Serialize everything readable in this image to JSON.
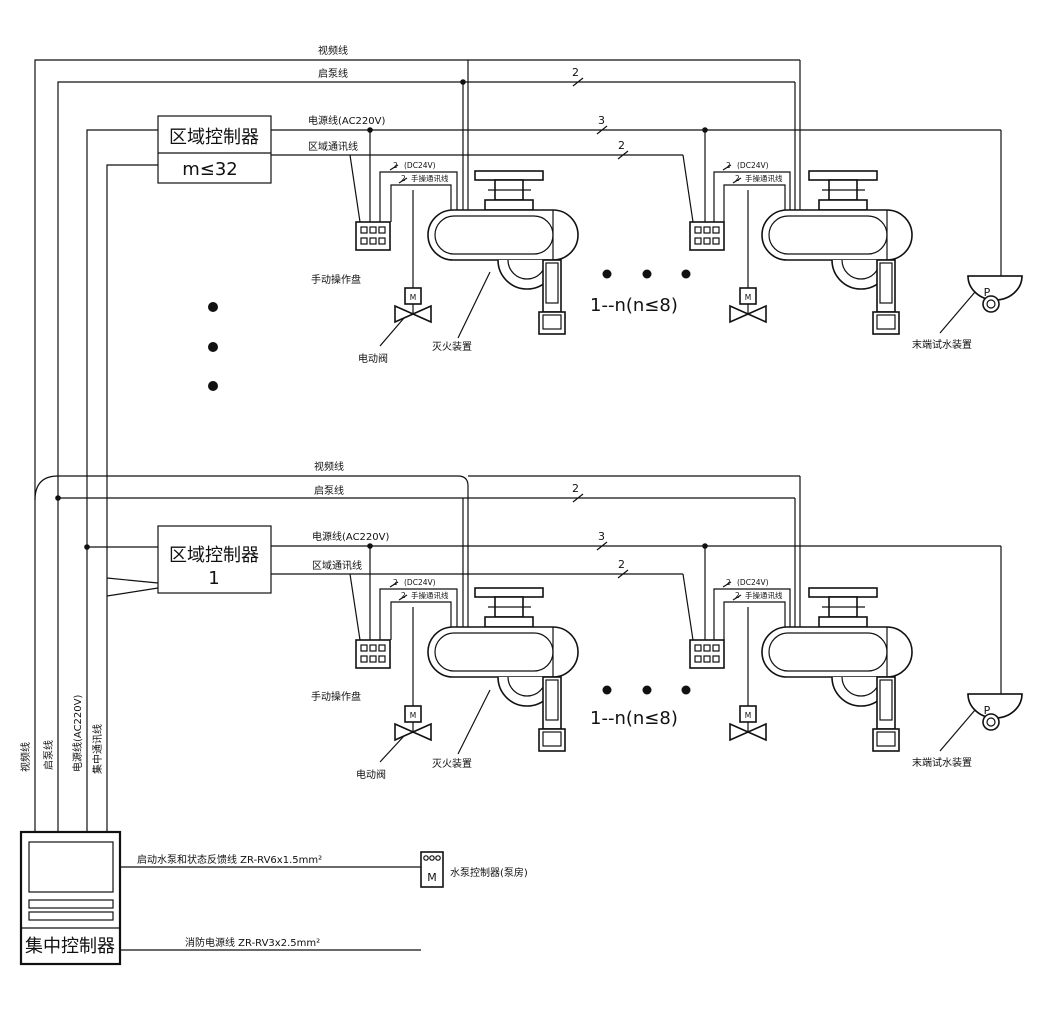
{
  "labels": {
    "video_line": "视频线",
    "start_pump_line": "启泵线",
    "power_line": "电源线(AC220V)",
    "zone_comm_line": "区域通讯线",
    "dc24v": "(DC24V)",
    "manual_comm_line": "手操通讯线",
    "manual_panel": "手动操作盘",
    "motor_valve": "电动阀",
    "extinguisher": "灭火装置",
    "end_test_device": "末端试水装置",
    "count_range": "1--n(n≤8)",
    "wire_count_2": "2",
    "wire_count_3": "3",
    "motor_letter": "M",
    "pump_letter": "P"
  },
  "zone_top": {
    "name": "区域控制器",
    "count": "m≤32"
  },
  "zone_bottom": {
    "name": "区域控制器",
    "count": "1"
  },
  "side_labels": {
    "video": "视频线",
    "start_pump": "启泵线",
    "power": "电源线(AC220V)",
    "central_comm": "集中通讯线"
  },
  "central": {
    "name": "集中控制器",
    "pump_feedback_line": "启动水泵和状态反馈线 ZR-RV6x1.5mm²",
    "fire_power_line": "消防电源线 ZR-RV3x2.5mm²"
  },
  "pump_controller": {
    "label": "水泵控制器(泵房)",
    "letter": "M"
  }
}
